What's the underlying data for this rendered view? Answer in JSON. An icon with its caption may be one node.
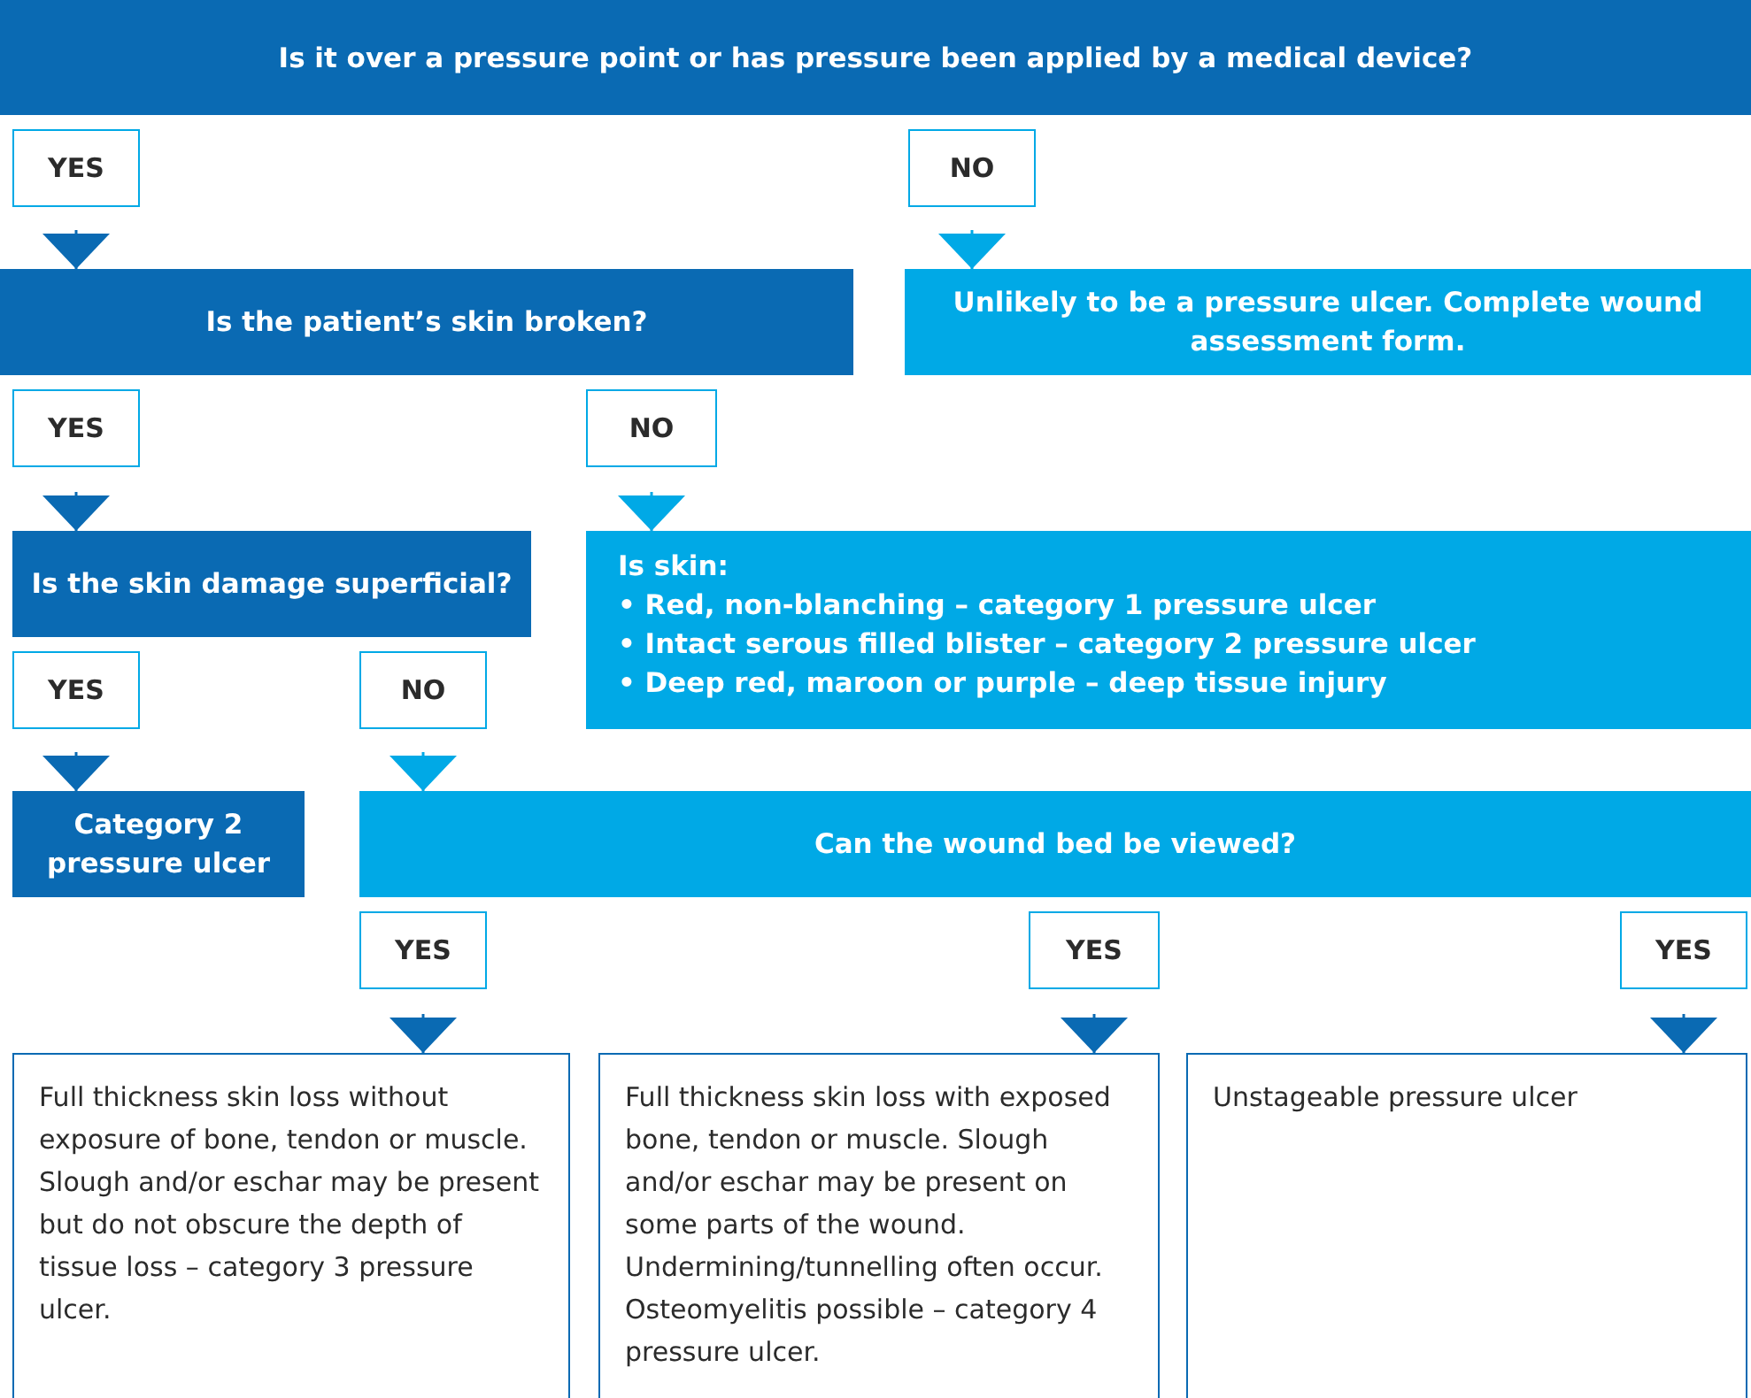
{
  "diagram": {
    "nodes": [
      {
        "text": [
          "Is it over a pressure point or has pressure been applied by a medical device?"
        ]
      },
      {
        "text": [
          "YES"
        ]
      },
      {
        "text": [
          "NO"
        ]
      },
      {
        "text": [
          "Is the patient’s skin broken?"
        ]
      },
      {
        "text": [
          "Unlikely to be a pressure ulcer. Complete wound assessment form."
        ]
      },
      {
        "text": [
          "YES"
        ]
      },
      {
        "text": [
          "NO"
        ]
      },
      {
        "text": [
          "Is the skin damage superficial?"
        ]
      },
      {
        "text": [
          "Is skin:",
          "• Red, non-blanching – category 1 pressure ulcer",
          "• Intact serous filled blister – category 2 pressure ulcer",
          "• Deep red, maroon or purple – deep tissue injury"
        ]
      },
      {
        "text": [
          "YES"
        ]
      },
      {
        "text": [
          "NO"
        ]
      },
      {
        "text": [
          "Category 2 pressure ulcer"
        ]
      },
      {
        "text": [
          "Can the wound bed be viewed?"
        ]
      },
      {
        "text": [
          "YES"
        ]
      },
      {
        "text": [
          "YES"
        ]
      },
      {
        "text": [
          "YES"
        ]
      },
      {
        "text": [
          "Full thickness skin loss without exposure of bone, tendon or muscle. Slough and/or eschar may be present but do not obscure the depth of tissue loss – category 3 pressure ulcer."
        ]
      },
      {
        "text": [
          "Full thickness skin loss with exposed bone, tendon or muscle. Slough and/or eschar may be present on some parts of the wound. Undermining/tunnelling often occur. Osteomyelitis possible – category 4 pressure ulcer."
        ]
      },
      {
        "text": [
          "Unstageable pressure ulcer"
        ]
      }
    ],
    "edges": [
      {
        "from": 1,
        "to": 3,
        "arrow": "to"
      },
      {
        "from": 2,
        "to": 4,
        "arrow": "to",
        "color": "#00a9e6"
      },
      {
        "from": 5,
        "to": 7,
        "arrow": "to"
      },
      {
        "from": 6,
        "to": 8,
        "arrow": "to",
        "color": "#00a9e6"
      },
      {
        "from": 9,
        "to": 11,
        "arrow": "to"
      },
      {
        "from": 10,
        "to": 12,
        "arrow": "to",
        "color": "#00a9e6"
      },
      {
        "from": 13,
        "to": 16,
        "arrow": "to"
      },
      {
        "from": 14,
        "to": 17,
        "arrow": "to"
      },
      {
        "from": 15,
        "to": 18,
        "arrow": "to"
      }
    ]
  }
}
